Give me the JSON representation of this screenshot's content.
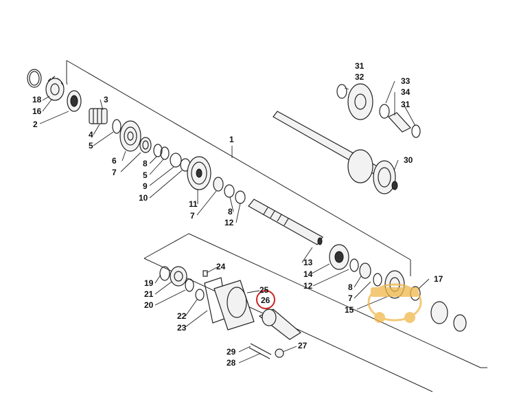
{
  "diagram": {
    "callouts": [
      {
        "id": "p18",
        "text": "18"
      },
      {
        "id": "p16",
        "text": "16"
      },
      {
        "id": "p2",
        "text": "2"
      },
      {
        "id": "p3",
        "text": "3"
      },
      {
        "id": "p4",
        "text": "4"
      },
      {
        "id": "p5a",
        "text": "5"
      },
      {
        "id": "p6",
        "text": "6"
      },
      {
        "id": "p7a",
        "text": "7"
      },
      {
        "id": "p8a",
        "text": "8"
      },
      {
        "id": "p5b",
        "text": "5"
      },
      {
        "id": "p9",
        "text": "9"
      },
      {
        "id": "p10",
        "text": "10"
      },
      {
        "id": "p11",
        "text": "11"
      },
      {
        "id": "p7b",
        "text": "7"
      },
      {
        "id": "p8b",
        "text": "8"
      },
      {
        "id": "p12a",
        "text": "12"
      },
      {
        "id": "p1",
        "text": "1"
      },
      {
        "id": "p31a",
        "text": "31"
      },
      {
        "id": "p32",
        "text": "32"
      },
      {
        "id": "p33",
        "text": "33"
      },
      {
        "id": "p34",
        "text": "34"
      },
      {
        "id": "p31b",
        "text": "31"
      },
      {
        "id": "p30",
        "text": "30"
      },
      {
        "id": "p13",
        "text": "13"
      },
      {
        "id": "p14",
        "text": "14"
      },
      {
        "id": "p12b",
        "text": "12"
      },
      {
        "id": "p8c",
        "text": "8"
      },
      {
        "id": "p7c",
        "text": "7"
      },
      {
        "id": "p15",
        "text": "15"
      },
      {
        "id": "p17",
        "text": "17"
      },
      {
        "id": "p24",
        "text": "24"
      },
      {
        "id": "p19",
        "text": "19"
      },
      {
        "id": "p21",
        "text": "21"
      },
      {
        "id": "p20",
        "text": "20"
      },
      {
        "id": "p25",
        "text": "25"
      },
      {
        "id": "p26",
        "text": "26"
      },
      {
        "id": "p22",
        "text": "22"
      },
      {
        "id": "p23",
        "text": "23"
      },
      {
        "id": "p27",
        "text": "27"
      },
      {
        "id": "p29",
        "text": "29"
      },
      {
        "id": "p28",
        "text": "28"
      }
    ],
    "highlight_color": "#cc2222",
    "watermark_color": "#f0b84a",
    "line_color": "#222222"
  }
}
